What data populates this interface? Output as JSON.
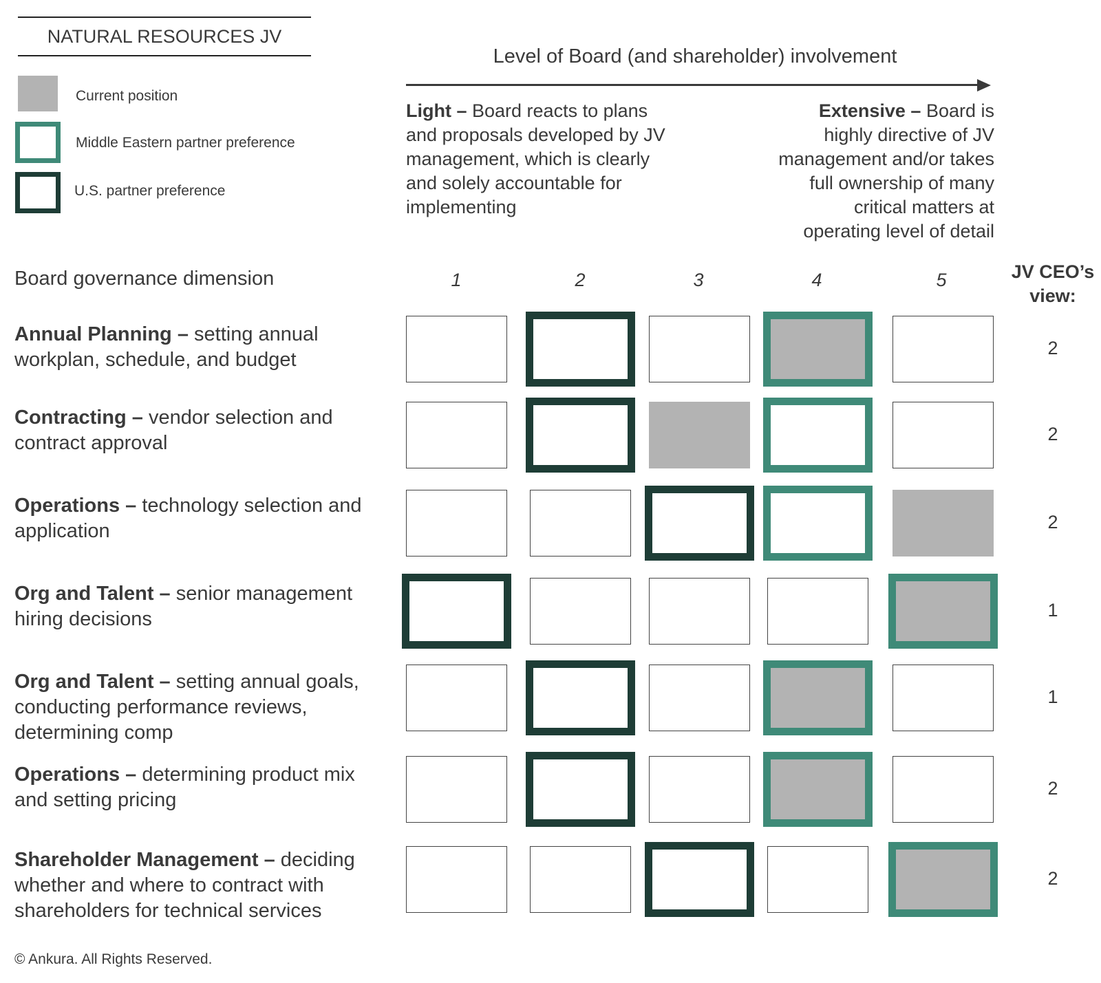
{
  "legend": {
    "title": "NATURAL RESOURCES JV",
    "items": [
      {
        "key": "current",
        "label": "Current position"
      },
      {
        "key": "pref-me",
        "label": "Middle Eastern partner preference"
      },
      {
        "key": "pref-us",
        "label": "U.S. partner preference"
      }
    ]
  },
  "colors": {
    "current_fill": "#b3b3b3",
    "middle_eastern_border": "#3f8a78",
    "us_border": "#1e3d36"
  },
  "axis": {
    "title": "Level of Board (and shareholder) involvement",
    "light_bold": "Light –",
    "light_text": " Board reacts to plans and proposals developed by JV management, which is clearly and solely accountable for implementing",
    "extensive_bold": "Extensive –",
    "extensive_text": " Board is highly directive of JV management and/or takes full ownership of many critical matters at operating level of detail"
  },
  "grid": {
    "dimension_header": "Board governance dimension",
    "columns": [
      "1",
      "2",
      "3",
      "4",
      "5"
    ],
    "ceo_header_line1": "JV CEO’s",
    "ceo_header_line2": "view:"
  },
  "rows": [
    {
      "bold": "Annual Planning –",
      "text": " setting annual workplan, schedule, and budget",
      "current": 4,
      "middle_eastern": 4,
      "us": 2,
      "ceo": "2"
    },
    {
      "bold": "Contracting –",
      "text": " vendor selection and contract approval",
      "current": 3,
      "middle_eastern": 4,
      "us": 2,
      "ceo": "2"
    },
    {
      "bold": "Operations –",
      "text": " technology selection and application",
      "current": 5,
      "middle_eastern": 4,
      "us": 3,
      "ceo": "2"
    },
    {
      "bold": "Org and Talent –",
      "text": " senior management hiring decisions",
      "current": 5,
      "middle_eastern": 5,
      "us": 1,
      "ceo": "1"
    },
    {
      "bold": "Org and Talent –",
      "text": " setting annual goals, conducting performance reviews, determining comp",
      "current": 4,
      "middle_eastern": 4,
      "us": 2,
      "ceo": "1"
    },
    {
      "bold": "Operations –",
      "text": " determining product mix and setting pricing",
      "current": 4,
      "middle_eastern": 4,
      "us": 2,
      "ceo": "2"
    },
    {
      "bold": "Shareholder Management –",
      "text": " deciding whether and where to contract with shareholders for technical services",
      "current": 5,
      "middle_eastern": 5,
      "us": 3,
      "ceo": "2"
    }
  ],
  "footer": {
    "copyright": "© Ankura. All Rights Reserved."
  }
}
